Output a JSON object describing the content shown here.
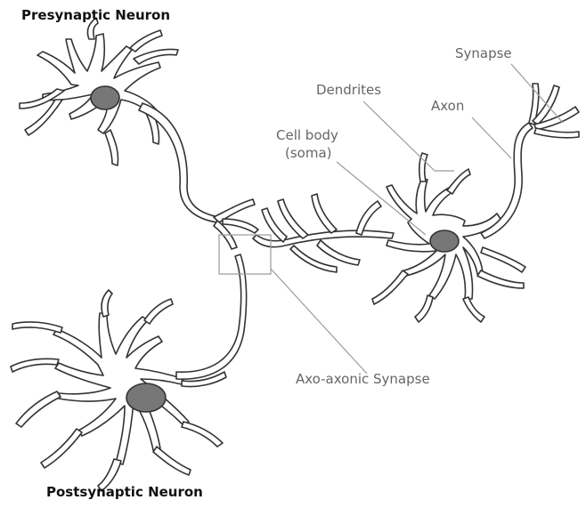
{
  "diagram": {
    "labels": {
      "presynaptic": "Presynaptic Neuron",
      "postsynaptic": "Postsynaptic Neuron",
      "synapse": "Synapse",
      "dendrites": "Dendrites",
      "axon": "Axon",
      "cell_body_line1": "Cell body",
      "cell_body_line2": "(soma)",
      "axo_axonic": "Axo-axonic Synapse"
    },
    "colors": {
      "outline": "#333333",
      "nucleus": "#777777",
      "leader": "#9a9a9a",
      "title_text": "#111111",
      "label_text": "#666666",
      "background": "#ffffff"
    }
  }
}
